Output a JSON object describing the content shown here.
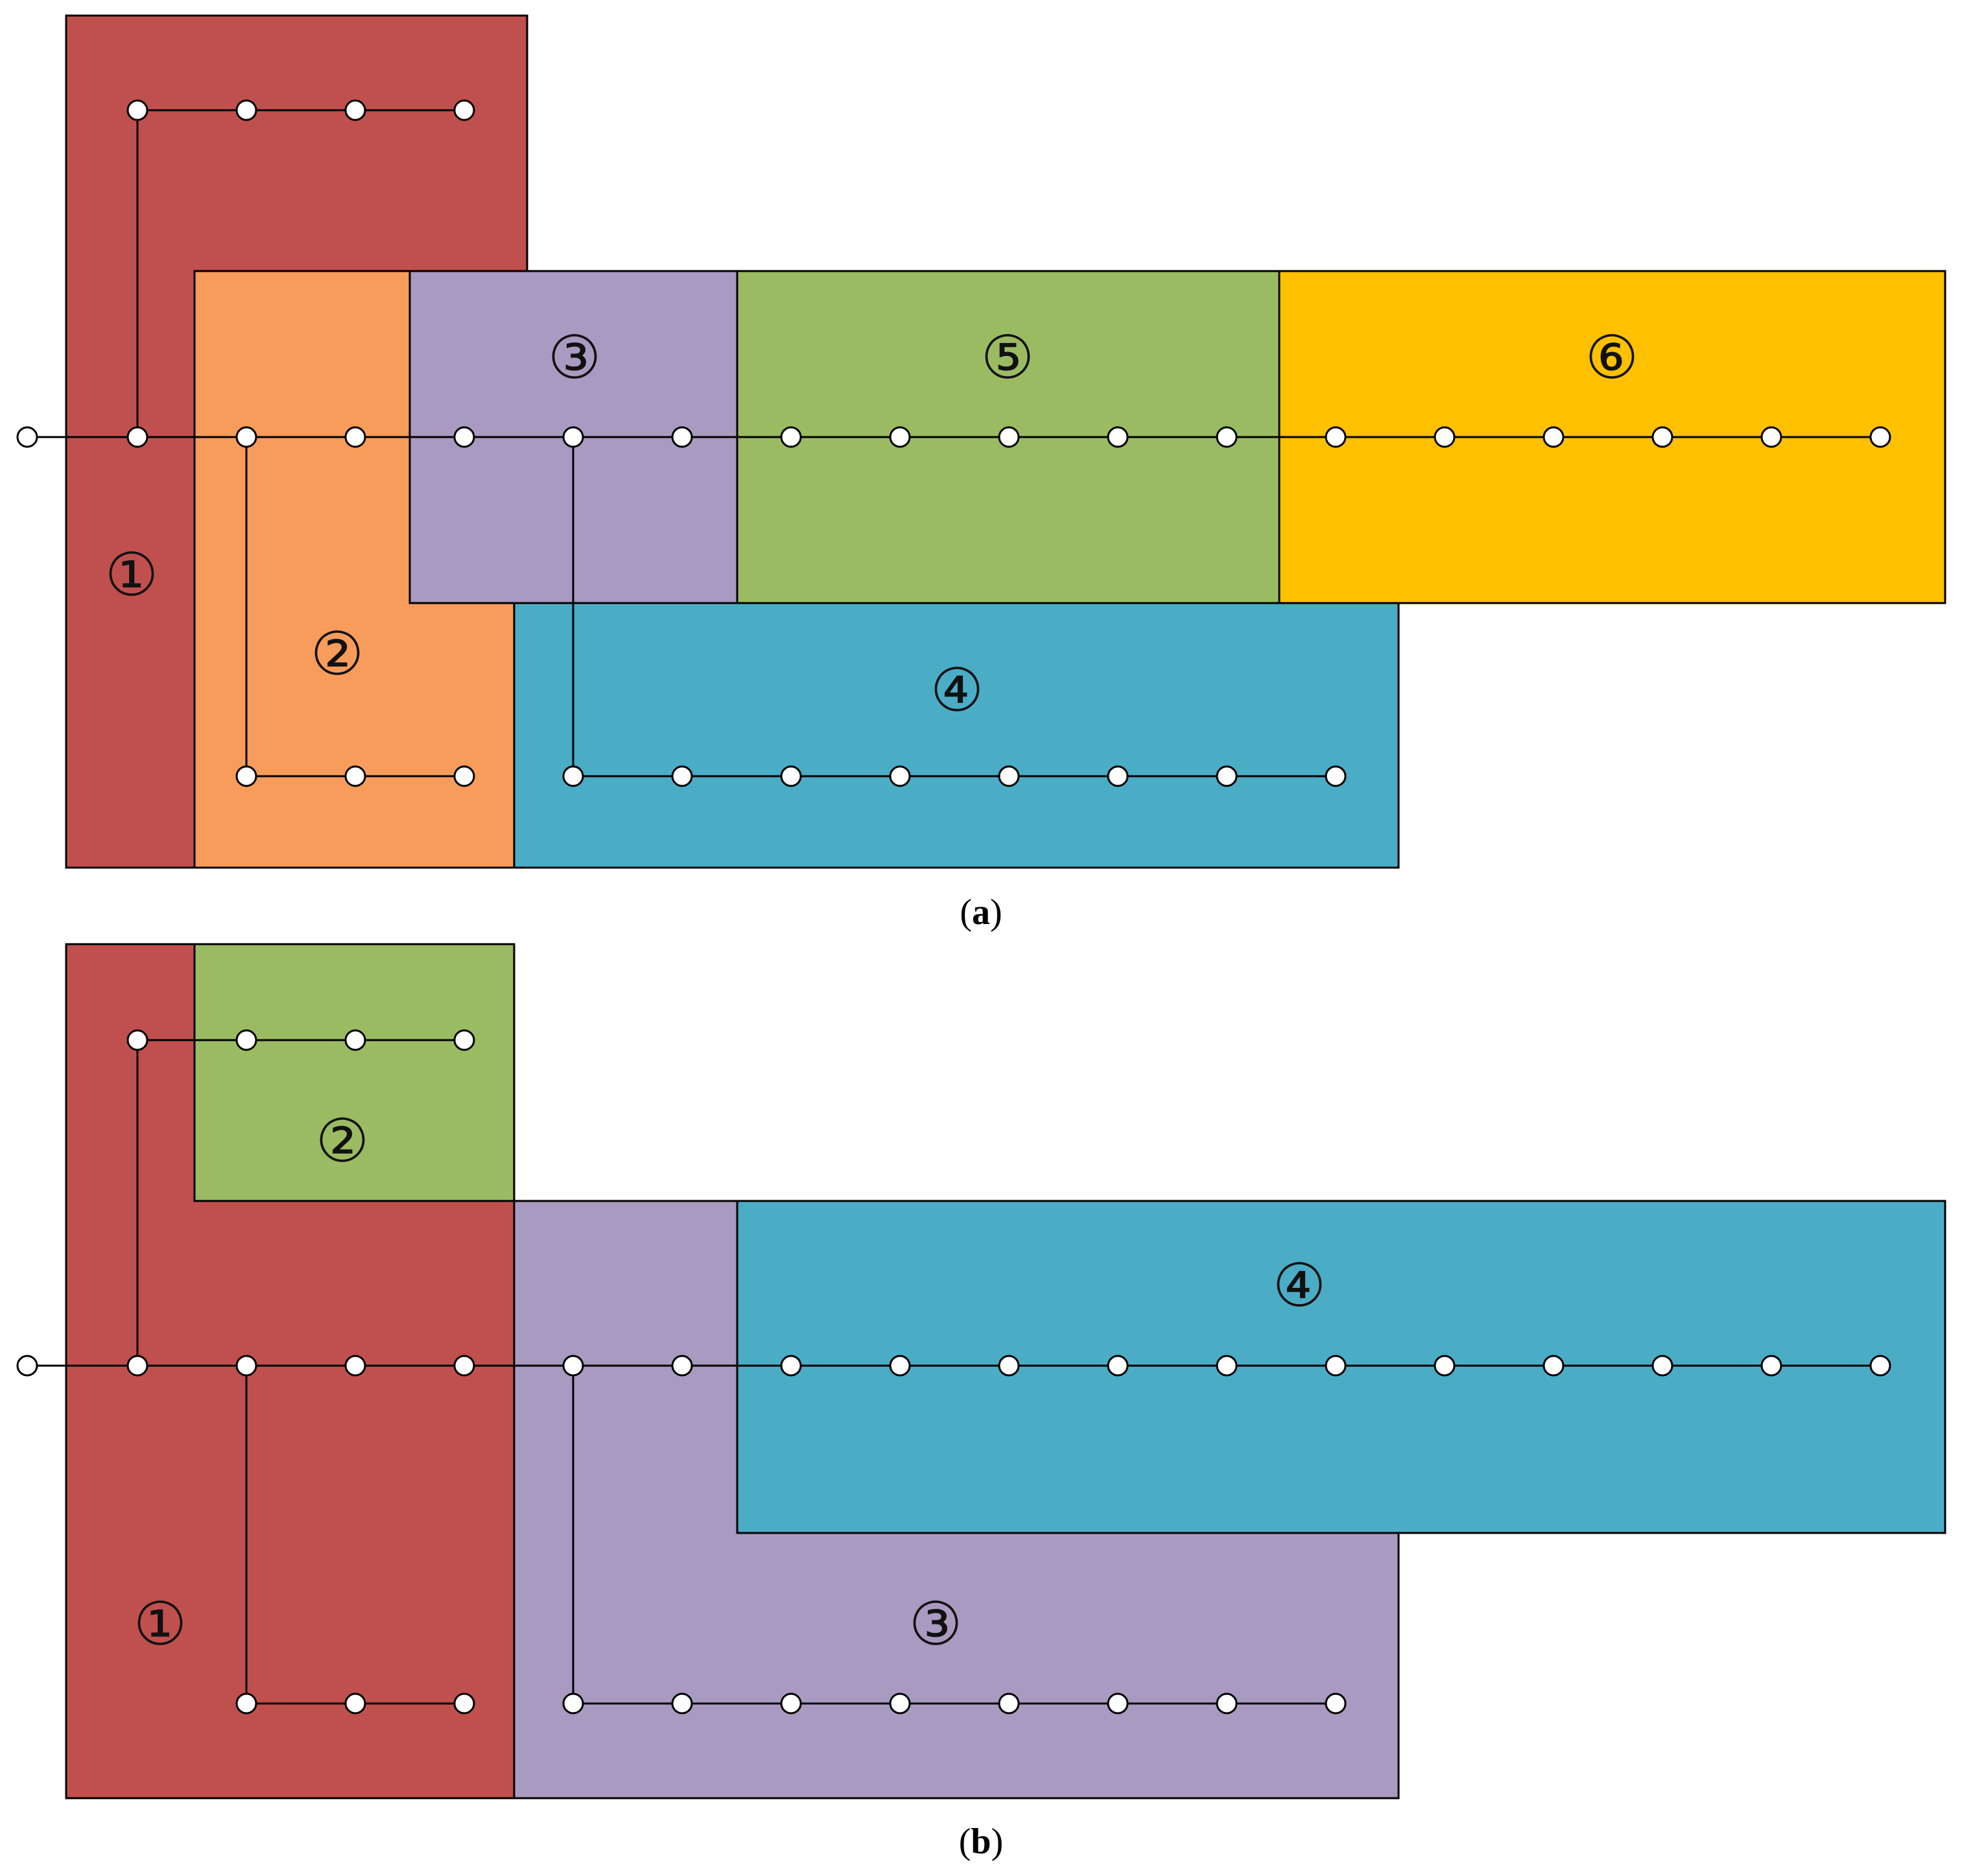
{
  "colors": {
    "red": "#C0504D",
    "orange": "#F79C5A",
    "purple": "#A89AC0",
    "green": "#9BBB62",
    "blue": "#4BACC6",
    "yellow": "#FFC000",
    "node_fill": "#FFFFFF",
    "line": "#000000"
  },
  "node_glyph": "circle",
  "panel_a": {
    "caption_open": "(",
    "caption_letter": "a",
    "caption_close": ")",
    "zones": [
      {
        "id": "1",
        "label": "①",
        "color": "red"
      },
      {
        "id": "2",
        "label": "②",
        "color": "orange"
      },
      {
        "id": "3",
        "label": "③",
        "color": "purple"
      },
      {
        "id": "4",
        "label": "④",
        "color": "blue"
      },
      {
        "id": "5",
        "label": "⑤",
        "color": "green"
      },
      {
        "id": "6",
        "label": "⑥",
        "color": "yellow"
      }
    ]
  },
  "panel_b": {
    "caption_open": "(",
    "caption_letter": "b",
    "caption_close": ")",
    "zones": [
      {
        "id": "1",
        "label": "①",
        "color": "red"
      },
      {
        "id": "2",
        "label": "②",
        "color": "green"
      },
      {
        "id": "3",
        "label": "③",
        "color": "purple"
      },
      {
        "id": "4",
        "label": "④",
        "color": "blue"
      }
    ]
  }
}
